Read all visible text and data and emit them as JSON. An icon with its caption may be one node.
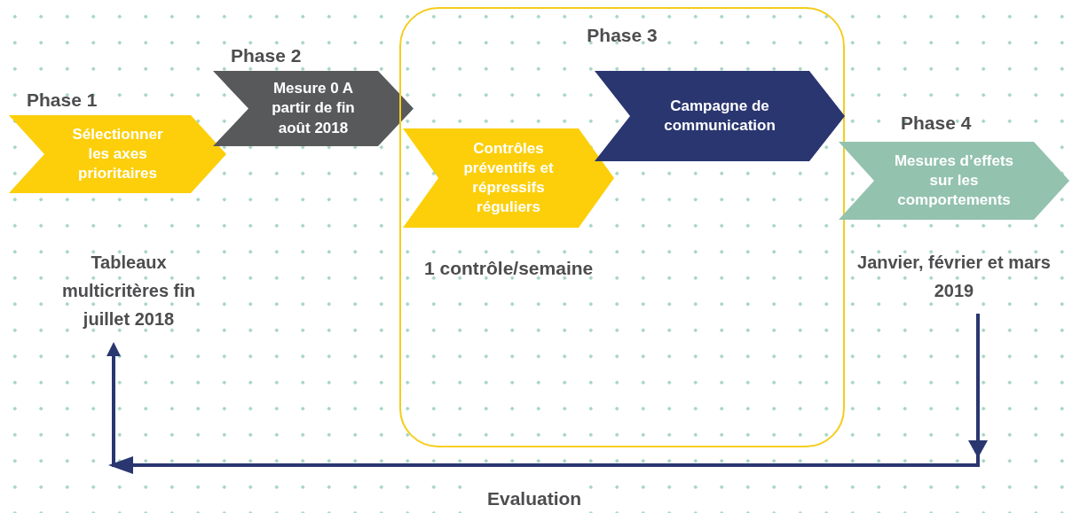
{
  "diagram": {
    "nodes": [
      {
        "text": [
          "Phase 1",
          "Sélectionner les axes prioritaires"
        ]
      },
      {
        "text": [
          "Phase 2",
          "Mesure 0 A partir de fin août 2018"
        ]
      },
      {
        "text": [
          "Phase 3"
        ]
      },
      {
        "text": [
          "Contrôles préventifs et répressifs réguliers"
        ],
        "in": 2,
        "beside": [
          "1 contrôle/semaine"
        ]
      },
      {
        "text": [
          "Campagne de communication"
        ],
        "in": 2
      },
      {
        "text": [
          "Phase 4",
          "Mesures d’effets sur les comportements"
        ]
      },
      {
        "text": [
          "Tableaux multicritères fin juillet 2018"
        ]
      },
      {
        "text": [
          "Janvier, février et mars 2019"
        ]
      }
    ],
    "edges": [
      {
        "from": 7,
        "to": 6,
        "arrow": "to",
        "label": "Evaluation"
      }
    ]
  }
}
